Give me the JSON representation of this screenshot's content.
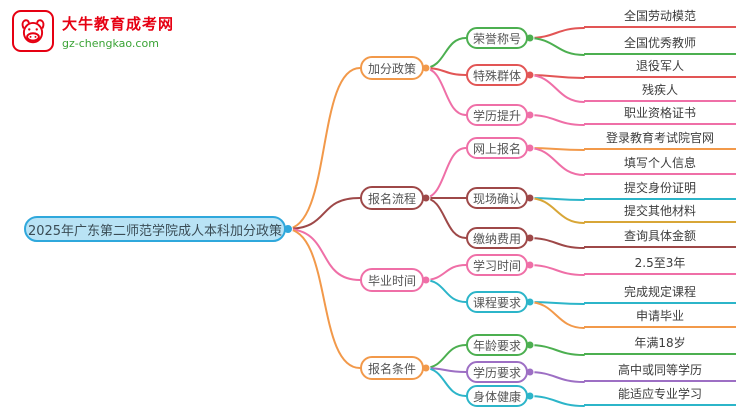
{
  "logo": {
    "title": "大牛教育成考网",
    "domain": "gz-chengkao.com",
    "icon": "bull-icon",
    "brand_red": "#e60012",
    "brand_green": "#3aa335"
  },
  "root": {
    "label": "2025年广东第二师范学院成人本科加分政策",
    "fill": "#b9e3f5",
    "border": "#2fa8dc"
  },
  "branches": [
    {
      "label": "加分政策",
      "color": "#f2994a",
      "children": [
        {
          "label": "荣誉称号",
          "color": "#4caf50",
          "children": [
            {
              "label": "全国劳动模范",
              "color": "#e25555"
            },
            {
              "label": "全国优秀教师",
              "color": "#4caf50"
            }
          ]
        },
        {
          "label": "特殊群体",
          "color": "#e25555",
          "children": [
            {
              "label": "退役军人",
              "color": "#e25555"
            },
            {
              "label": "残疾人",
              "color": "#ef6fa7"
            }
          ]
        },
        {
          "label": "学历提升",
          "color": "#ef6fa7",
          "children": [
            {
              "label": "职业资格证书",
              "color": "#ef6fa7"
            }
          ]
        }
      ]
    },
    {
      "label": "报名流程",
      "color": "#9e4848",
      "children": [
        {
          "label": "网上报名",
          "color": "#ef6fa7",
          "children": [
            {
              "label": "登录教育考试院官网",
              "color": "#f2994a"
            },
            {
              "label": "填写个人信息",
              "color": "#ef6fa7"
            }
          ]
        },
        {
          "label": "现场确认",
          "color": "#9e4848",
          "children": [
            {
              "label": "提交身份证明",
              "color": "#2cb5c9"
            },
            {
              "label": "提交其他材料",
              "color": "#d8a637"
            }
          ]
        },
        {
          "label": "缴纳费用",
          "color": "#9e4848",
          "children": [
            {
              "label": "查询具体金额",
              "color": "#9e4848"
            }
          ]
        }
      ]
    },
    {
      "label": "毕业时间",
      "color": "#ef6fa7",
      "children": [
        {
          "label": "学习时间",
          "color": "#ef6fa7",
          "children": [
            {
              "label": "2.5至3年",
              "color": "#ef6fa7"
            }
          ]
        },
        {
          "label": "课程要求",
          "color": "#2cb5c9",
          "children": [
            {
              "label": "完成规定课程",
              "color": "#2cb5c9"
            },
            {
              "label": "申请毕业",
              "color": "#f2994a"
            }
          ]
        }
      ]
    },
    {
      "label": "报名条件",
      "color": "#f2994a",
      "children": [
        {
          "label": "年龄要求",
          "color": "#4caf50",
          "children": [
            {
              "label": "年满18岁",
              "color": "#4caf50"
            }
          ]
        },
        {
          "label": "学历要求",
          "color": "#9d6fc4",
          "children": [
            {
              "label": "高中或同等学历",
              "color": "#9d6fc4"
            }
          ]
        },
        {
          "label": "身体健康",
          "color": "#2cb5c9",
          "children": [
            {
              "label": "能适应专业学习",
              "color": "#2cb5c9"
            }
          ]
        }
      ]
    }
  ]
}
